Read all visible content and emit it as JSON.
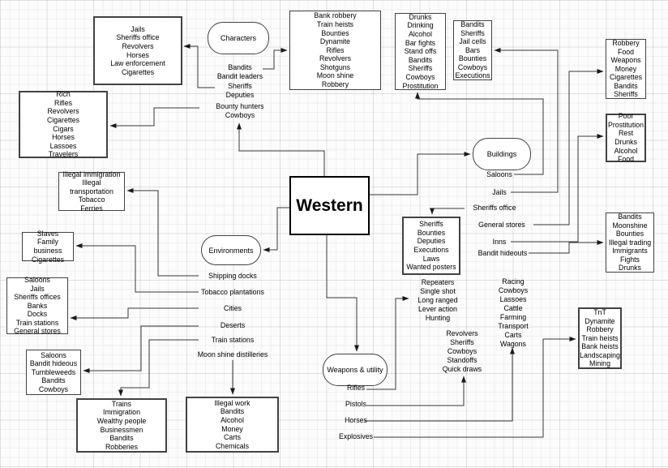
{
  "diagram_title": "Western",
  "nodes": {
    "characters": "Characters",
    "environments": "Environments",
    "buildings": "Buildings",
    "weapons": "Weapons & utility"
  },
  "boxes": {
    "jails": [
      "Jails",
      "Sheriffs office",
      "Revolvers",
      "Horses",
      "Law enforcement",
      "Cigarettes"
    ],
    "bank_robbery": [
      "Bank robbery",
      "Train heists",
      "Bounties",
      "Dynamite",
      "Rifles",
      "Revolvers",
      "Shotguns",
      "Moon shine",
      "Robbery"
    ],
    "drunks": [
      "Drunks",
      "Drinking",
      "Alcohol",
      "Bar fights",
      "Stand offs",
      "Bandits",
      "Sheriffs",
      "Cowboys",
      "Prostitution"
    ],
    "jail_cells": [
      "Bandits",
      "Sheriffs",
      "Jail cells",
      "Bars",
      "Bounties",
      "Cowboys",
      "Executions"
    ],
    "robbery_food": [
      "Robbery",
      "Food",
      "Weapons",
      "Money",
      "Cigarettes",
      "Bandits",
      "Sheriffs"
    ],
    "rich": [
      "Rich",
      "Rifles",
      "Revolvers",
      "Cigarettes",
      "Cigars",
      "Horses",
      "Lassoes",
      "Travelers"
    ],
    "poor": [
      "Poor",
      "Prostitution",
      "Rest",
      "Drunks",
      "Alcohol",
      "Food"
    ],
    "illegal_immigration": [
      "Illegal immigration",
      "Illegal transportation",
      "Tobacco",
      "Ferries"
    ],
    "slaves": [
      "Slaves",
      "Family business",
      "Cigarettes"
    ],
    "saloons_offices": [
      "Saloons",
      "Jails",
      "Sheriffs offices",
      "Banks",
      "Docks",
      "Train stations",
      "General stores"
    ],
    "sheriffs_bounties": [
      "Sheriffs",
      "Bounties",
      "Deputies",
      "Executions",
      "Laws",
      "Wanted posters"
    ],
    "bandits_moonshine": [
      "Bandits",
      "Moonshine",
      "Bounties",
      "Illegal trading",
      "Immigrants",
      "Fights",
      "Drunks"
    ],
    "saloons_hideous": [
      "Saloons",
      "Bandit hideous",
      "Tumbleweeds",
      "Bandits",
      "Cowboys"
    ],
    "tnt": [
      "TnT",
      "Dynamite",
      "Robbery",
      "Train heists",
      "Bank heists",
      "Landscaping",
      "Mining"
    ],
    "trains": [
      "Trains",
      "Immigration",
      "Wealthy people",
      "Businessmen",
      "Bandits",
      "Robberies"
    ],
    "illegal_work": [
      "Illegal work",
      "Bandits",
      "Alcohol",
      "Money",
      "Carts",
      "Chemicals"
    ]
  },
  "labels": {
    "character_children": {
      "outlaws": [
        "Bandits",
        "Bandit leaders"
      ],
      "lawmen": [
        "Sheriffs",
        "Deputies"
      ],
      "hunters": [
        "Bounty hunters",
        "Cowboys"
      ]
    },
    "building_children": [
      "Saloons",
      "Jails",
      "Sheriffs office",
      "General stores",
      "Inns",
      "Bandit hideouts"
    ],
    "environment_children": [
      "Shipping docks",
      "Tobacco plantations",
      "Cities",
      "Deserts",
      "Train stations",
      "Moon shine distilleries"
    ],
    "weapon_children": [
      "Rifles",
      "Pistols",
      "Horses",
      "Explosives"
    ],
    "rifle_details": [
      "Repeaters",
      "Single shot",
      "Long ranged",
      "Lever action",
      "Hunting"
    ],
    "pistol_details": [
      "Revolvers",
      "Sheriffs",
      "Cowboys",
      "Standoffs",
      "Quick draws"
    ],
    "horse_details": [
      "Racing",
      "Cowboys",
      "Lassoes",
      "Cattle",
      "Farming",
      "Transport",
      "Carts",
      "Wagons"
    ]
  },
  "colors": {
    "background": "#fcfcfc",
    "grid": "#e9e9e9",
    "box_fill": "#ffffff",
    "box_border": "#424242",
    "connector": "#383838",
    "text": "#000000"
  }
}
